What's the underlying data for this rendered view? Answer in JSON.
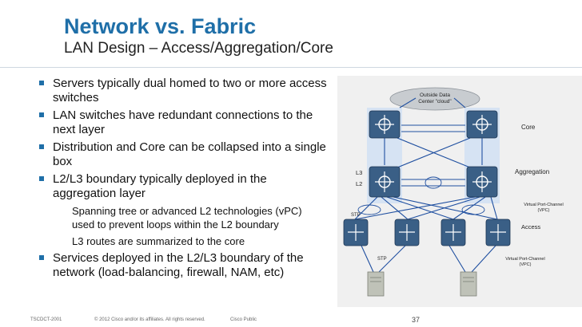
{
  "header": {
    "title": "Network vs. Fabric",
    "subtitle": "LAN Design – Access/Aggregation/Core"
  },
  "bullets": [
    {
      "text": "Servers typically dual homed to two or more access switches",
      "lines": [
        "Servers typically dual homed to two or more access",
        "switches"
      ]
    },
    {
      "text": "LAN switches have redundant connections to the next layer",
      "lines": [
        "LAN switches have redundant connections to the",
        "next layer"
      ]
    },
    {
      "text": "Distribution and Core can be collapsed into a single box",
      "lines": [
        "Distribution and Core can be collapsed into a single",
        "box"
      ]
    },
    {
      "text": "L2/L3 boundary typically deployed in the aggregation layer",
      "lines": [
        "L2/L3 boundary typically deployed in the",
        "aggregation layer"
      ]
    }
  ],
  "sub_bullets": [
    {
      "lines": [
        "Spanning tree or advanced L2 technologies (vPC)",
        "used to prevent loops within the L2 boundary"
      ]
    },
    {
      "lines": [
        "L3 routes are summarized to the core"
      ]
    }
  ],
  "bullet_last": {
    "lines": [
      "Services deployed in the L2/L3 boundary of the",
      "network (load-balancing, firewall, NAM, etc)"
    ]
  },
  "diagram": {
    "cloud_label": [
      "Outside Data",
      "Center \"cloud\""
    ],
    "core_label": "Core",
    "aggregation_label": "Aggregation",
    "l3_label": "L3",
    "l2_label": "L2",
    "vpc_label_1": [
      "Virtual Port-Channel",
      "(VPC)"
    ],
    "access_label": "Access",
    "stp_label_1": "STP",
    "stp_label_2": "STP",
    "vpc_label_2": [
      "Virtual Port-Channel",
      "(VPC)"
    ],
    "colors": {
      "band": "#d6e3f3",
      "panel": "#f0f0f0",
      "link": "#1f4fa0",
      "switch": "#3a5f86"
    }
  },
  "footer": {
    "code": "TSCDCT-2001",
    "copyright": "© 2012 Cisco and/or its affiliates. All rights reserved.",
    "classification": "Cisco Public",
    "page": "37"
  }
}
